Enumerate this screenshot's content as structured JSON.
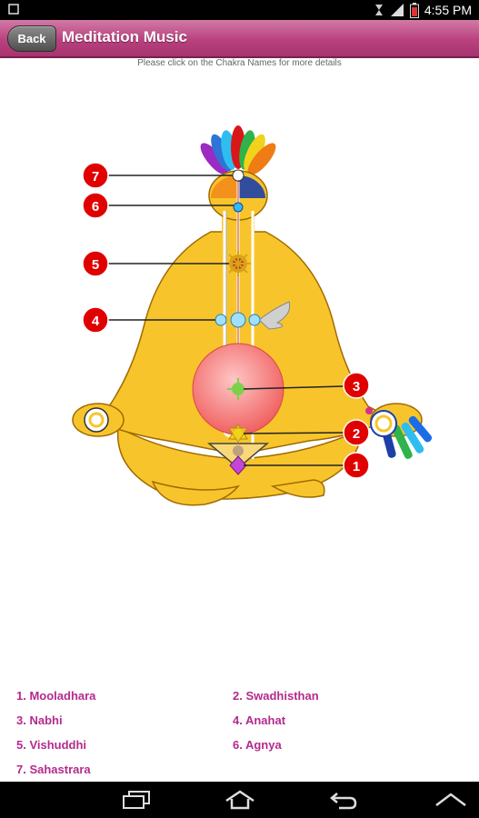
{
  "status_bar": {
    "time": "4:55 PM",
    "icons": [
      "notification-icon",
      "vibrate-icon",
      "signal-icon",
      "battery-icon"
    ]
  },
  "header": {
    "back_label": "Back",
    "title": "Meditation Music"
  },
  "instruction": "Please click on the Chakra Names for more details",
  "figure": {
    "markers": [
      "1",
      "2",
      "3",
      "4",
      "5",
      "6",
      "7"
    ]
  },
  "chakras": [
    {
      "label": "1. Mooladhara"
    },
    {
      "label": "2. Swadhisthan"
    },
    {
      "label": "3. Nabhi"
    },
    {
      "label": "4. Anahat"
    },
    {
      "label": "5. Vishuddhi"
    },
    {
      "label": "6. Agnya"
    },
    {
      "label": "7. Sahastrara"
    }
  ],
  "nav_bar": {
    "icons": [
      "recent-apps-icon",
      "home-icon",
      "back-arrow-icon",
      "menu-chevron-icon"
    ]
  },
  "colors": {
    "title_bar": "#b9417f",
    "chakra_link": "#b42a8c",
    "marker_red": "#e00000",
    "body": "#f7c52b"
  }
}
